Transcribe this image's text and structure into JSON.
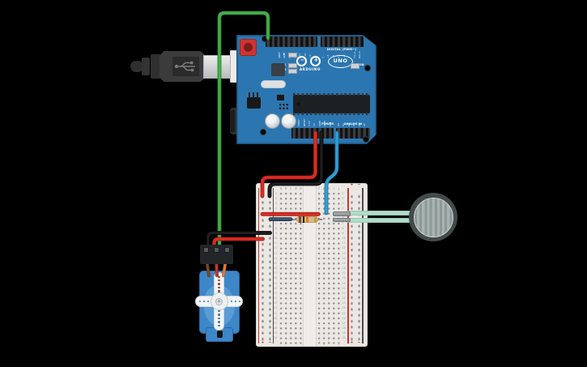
{
  "arduino": {
    "brand": "ARDUINO",
    "model": "UNO",
    "digital_label": "DIGITAL (PWM~)",
    "power_label": "POWER",
    "analog_label": "ANALOG IN",
    "on_label": "ON",
    "led_labels": [
      "L",
      "TX",
      "RX"
    ],
    "logo_minus": "−",
    "logo_plus": "+",
    "digital_pins": [
      "AREF",
      "GND",
      "13",
      "12",
      "~11",
      "~10",
      "~9",
      "8",
      "7",
      "~6",
      "~5",
      "4",
      "~3",
      "2",
      "TX→1",
      "RX←0"
    ],
    "power_pins": [
      "IOREF",
      "RESET",
      "3.3V",
      "5V",
      "GND",
      "GND",
      "VIN"
    ],
    "analog_pins": [
      "A0",
      "A1",
      "A2",
      "A3",
      "A4",
      "A5"
    ],
    "board_color": "#2b76b0"
  },
  "breadboard": {
    "left_column_labels": [
      "a",
      "b",
      "c",
      "d",
      "e"
    ],
    "right_column_labels": [
      "f",
      "g",
      "h",
      "i",
      "j"
    ],
    "row_count": 30,
    "plus_label": "+",
    "minus_label": "−"
  },
  "wire_colors": {
    "green": "#43b04a",
    "red": "#df2b20",
    "black": "#1e1e1e",
    "cyan": "#2f9fd4",
    "navy": "#3a5570",
    "servo_brown": "#7b4a2d",
    "servo_red": "#c63731",
    "servo_orange": "#e07b39"
  }
}
